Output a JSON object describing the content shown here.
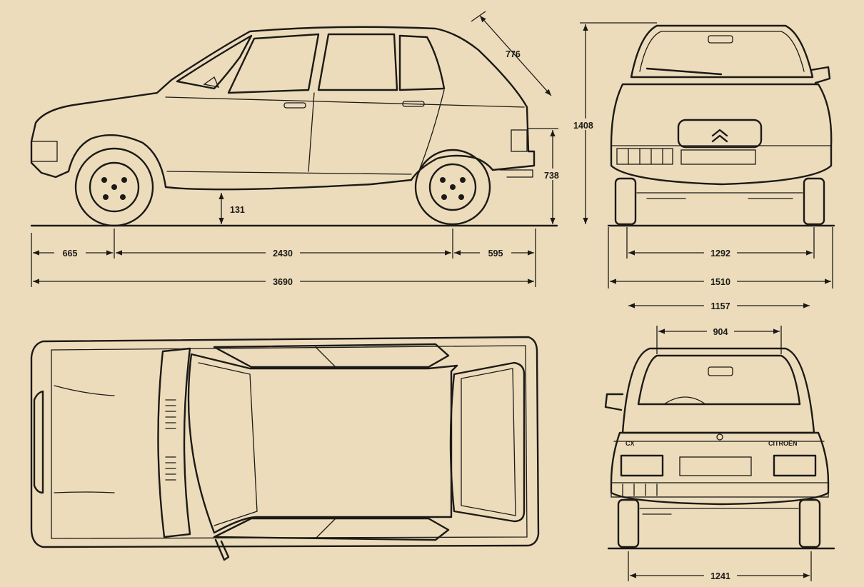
{
  "dimensions": {
    "front_overhang": "665",
    "wheelbase": "2430",
    "rear_overhang": "595",
    "overall_length": "3690",
    "ground_clearance": "131",
    "tailgate_diag": "776",
    "rear_height": "738",
    "overall_height": "1408",
    "front_track": "1292",
    "overall_width": "1510",
    "width_1157": "1157",
    "rear_window_width": "904",
    "rear_track": "1241"
  },
  "badges": {
    "rear_model": "CITROËN",
    "rear_left": "CX"
  },
  "colors": {
    "paper": "#ecdcbb",
    "ink": "#1c1a17"
  }
}
